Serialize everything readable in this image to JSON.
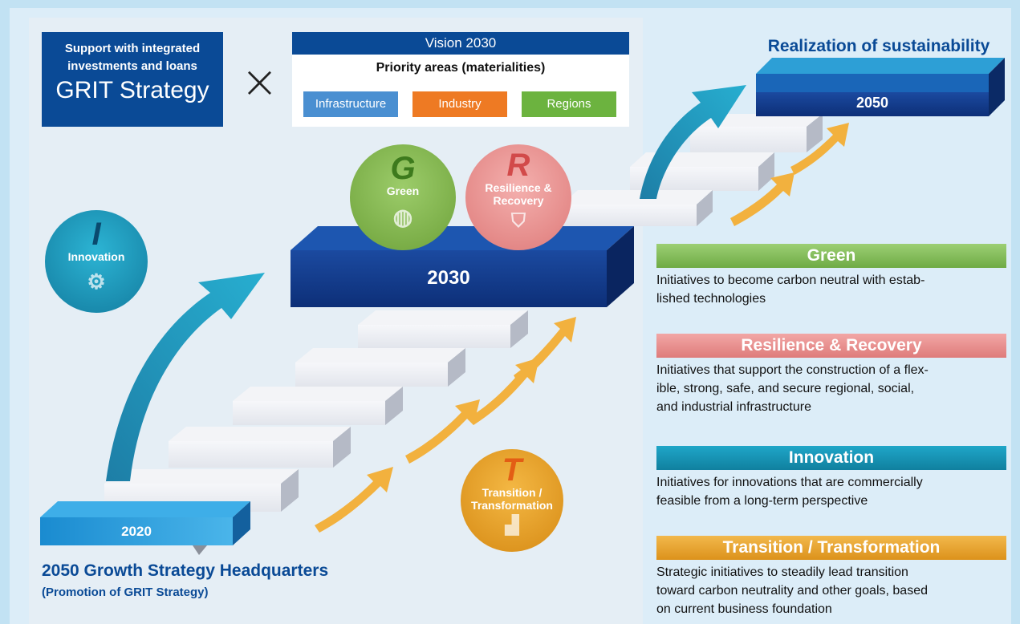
{
  "grit_box": {
    "line1": "Support with integrated",
    "line2": "investments and loans",
    "title": "GRIT Strategy"
  },
  "times_symbol": "×",
  "vision": {
    "title": "Vision 2030",
    "priority": "Priority areas (materialities)",
    "pills": [
      {
        "label": "Infrastructure",
        "color": "#4a8fd1"
      },
      {
        "label": "Industry",
        "color": "#ee7a23"
      },
      {
        "label": "Regions",
        "color": "#6cb33f"
      }
    ]
  },
  "sustainability": {
    "title": "Realization of sustainability",
    "year": "2050"
  },
  "milestones": {
    "start": "2020",
    "mid": "2030"
  },
  "circles": {
    "green": {
      "letter": "G",
      "name": "Green",
      "color": "#7fb24a"
    },
    "resilience": {
      "letter": "R",
      "name_line1": "Resilience &",
      "name_line2": "Recovery",
      "color": "#e88f8e"
    },
    "innovation": {
      "letter": "I",
      "name": "Innovation",
      "color": "#1a9cbd"
    },
    "transition": {
      "letter": "T",
      "name_line1": "Transition /",
      "name_line2": "Transformation",
      "color": "#e8a020"
    }
  },
  "headquarters": {
    "title": "2050 Growth Strategy Headquarters",
    "subtitle": "(Promotion of GRIT Strategy)"
  },
  "legend": [
    {
      "title": "Green",
      "color": "#7fba59",
      "desc_lines": [
        "Initiatives to become carbon neutral with estab-",
        "lished technologies"
      ]
    },
    {
      "title": "Resilience & Recovery",
      "color": "#e98f8e",
      "desc_lines": [
        "Initiatives that support the construction of a flex-",
        "ible, strong, safe, and secure regional, social,",
        "and industrial infrastructure"
      ]
    },
    {
      "title": "Innovation",
      "color": "#1590b3",
      "desc_lines": [
        "Initiatives for innovations that are commercially",
        "feasible from a long-term perspective"
      ]
    },
    {
      "title": "Transition / Transformation",
      "color": "#eca632",
      "desc_lines": [
        "Strategic initiatives to steadily lead transition",
        "toward carbon neutrality and other goals, based",
        "on current business foundation"
      ]
    }
  ]
}
